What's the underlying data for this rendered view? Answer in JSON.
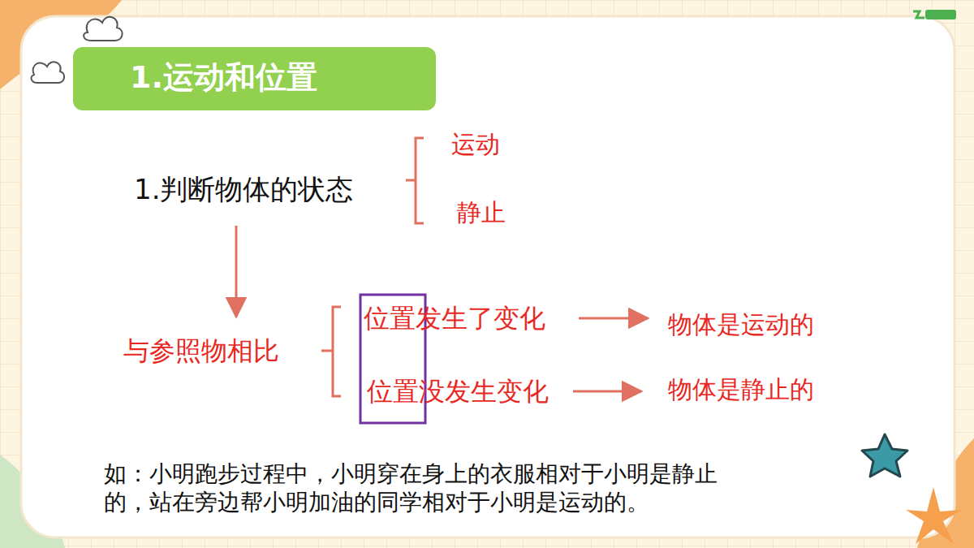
{
  "diagram": {
    "title": "1.运动和位置",
    "labels": [
      "1.判断物体的状态",
      "运动",
      "静止",
      "与参照物相比",
      "位置发生了变化",
      "物体是运动的",
      "位置没发生变化",
      "物体是静止的",
      "如：小明跑步过程中，小明穿在身上的衣服相对于小明是静止 的，站在旁边帮小明加油的同学相对于小明是运动的。"
    ]
  }
}
